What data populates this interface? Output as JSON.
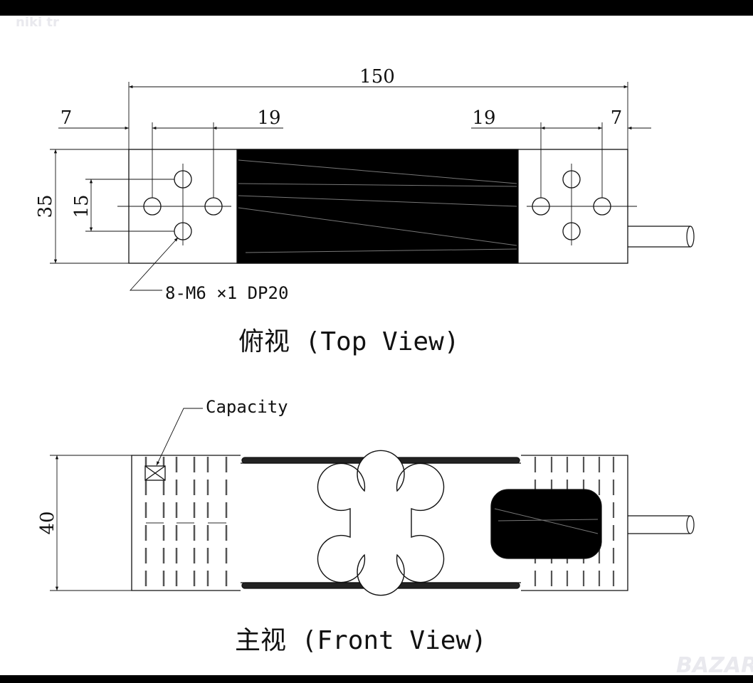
{
  "watermarks": {
    "top_left": "niki tr",
    "bottom_right": "BAZAR"
  },
  "top_view": {
    "title": "俯视 (Top View)",
    "dimensions": {
      "overall_length": "150",
      "left_edge": "7",
      "left_spacing": "19",
      "right_spacing": "19",
      "right_edge": "7",
      "width": "35",
      "hole_spacing": "15"
    },
    "hole_note": "8-M6 ×1 DP20"
  },
  "front_view": {
    "title": "主视 (Front View)",
    "dimensions": {
      "height": "40"
    },
    "capacity_label": "Capacity"
  }
}
